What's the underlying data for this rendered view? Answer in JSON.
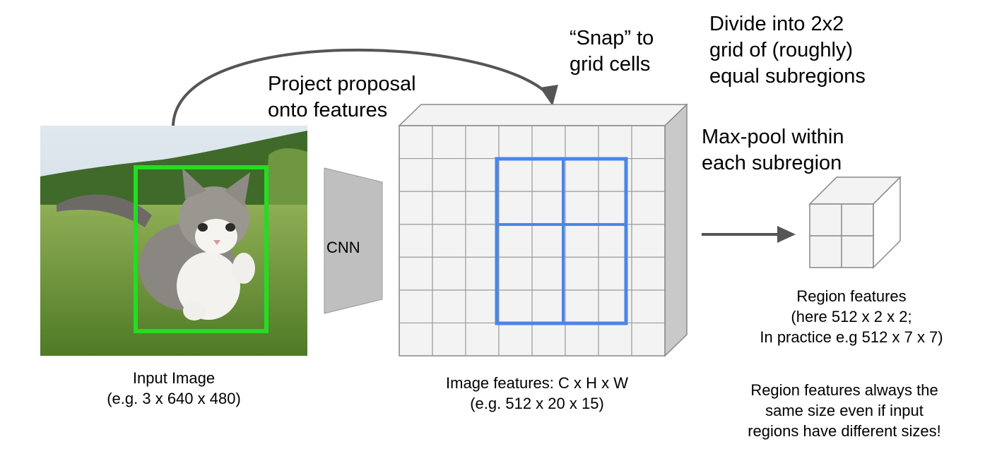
{
  "labels": {
    "project_proposal": [
      "Project proposal",
      "onto features"
    ],
    "snap_to_grid": [
      "“Snap” to",
      "grid cells"
    ],
    "divide_grid": [
      "Divide into 2x2",
      "grid of (roughly)",
      "equal subregions"
    ],
    "maxpool": [
      "Max-pool within",
      "each subregion"
    ],
    "cnn": "CNN",
    "input_image": [
      "Input Image",
      "(e.g. 3 x 640 x 480)"
    ],
    "image_features": [
      "Image features: C x H x W",
      "(e.g. 512 x 20 x 15)"
    ],
    "region_features": [
      "Region features",
      "(here 512 x 2 x 2;",
      "In practice e.g 512 x 7 x 7)"
    ],
    "region_note": [
      "Region features always the",
      "same size even if input",
      "regions have different sizes!"
    ]
  },
  "colors": {
    "proposal_box": "#22dd22",
    "grid_snap": "#4a86e8",
    "gray_shape": "#bfbfbf",
    "arrow": "#555555",
    "cell_fill": "#f3f3f3",
    "grid_line": "#999999"
  },
  "feature_grid": {
    "rows": 7,
    "cols": 8
  }
}
